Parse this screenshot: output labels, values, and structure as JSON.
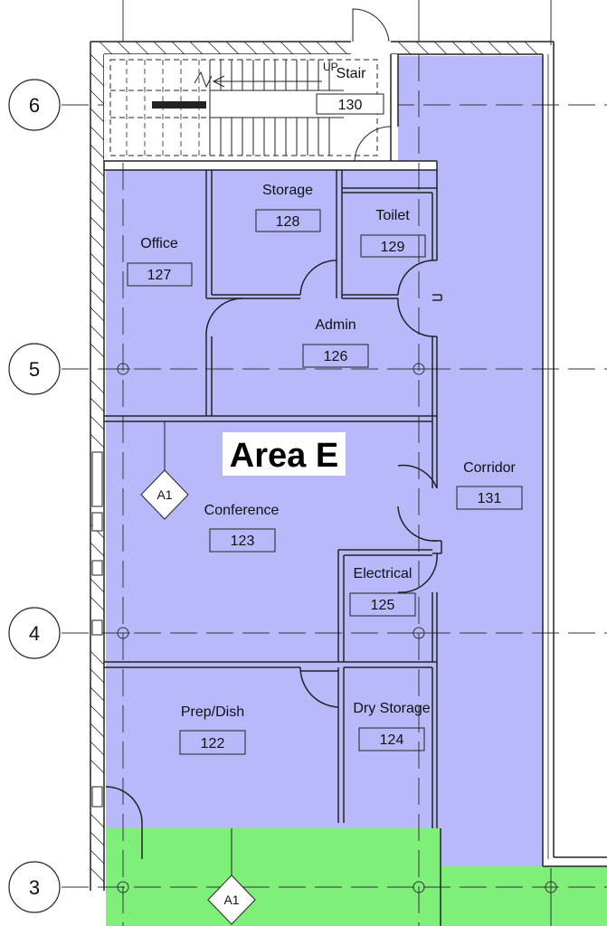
{
  "area_label": "Area E",
  "colors": {
    "area_fill": "#b8b8fb",
    "area_green": "#7ef07a",
    "wall": "#222222",
    "grid_line": "#333333"
  },
  "grid_labels": [
    "6",
    "5",
    "4",
    "3"
  ],
  "rooms": [
    {
      "name": "Stair",
      "number": "130"
    },
    {
      "name": "Storage",
      "number": "128"
    },
    {
      "name": "Toilet",
      "number": "129"
    },
    {
      "name": "Office",
      "number": "127"
    },
    {
      "name": "Admin",
      "number": "126"
    },
    {
      "name": "Corridor",
      "number": "131"
    },
    {
      "name": "Conference",
      "number": "123"
    },
    {
      "name": "Electrical",
      "number": "125"
    },
    {
      "name": "Prep/Dish",
      "number": "122"
    },
    {
      "name": "Dry Storage",
      "number": "124"
    }
  ],
  "section_tags": [
    "A1",
    "A1"
  ],
  "stair_direction": "UP"
}
